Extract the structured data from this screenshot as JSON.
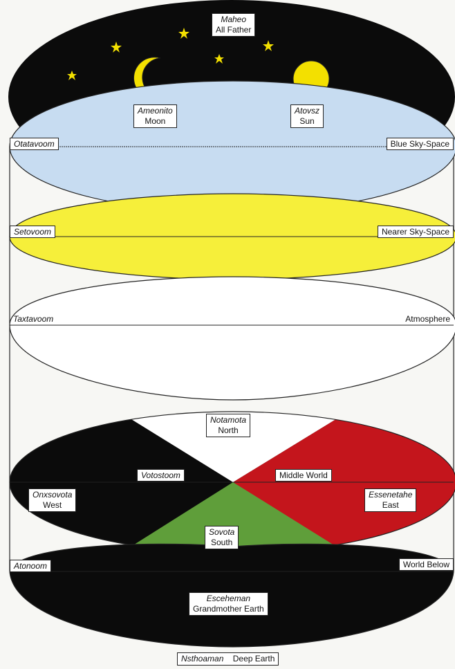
{
  "colors": {
    "sky_black": "#0b0b0b",
    "blue_sky": "#c7dcf1",
    "nearer_sky": "#f6ef3a",
    "atmosphere": "#ffffff",
    "north_east_red": "#c4151c",
    "south_green": "#5f9e3a",
    "west_black": "#0b0b0b",
    "earth_black": "#0b0b0b",
    "sun_moon": "#f3e000"
  },
  "top": {
    "maheo": "Maheo",
    "all_father": "All Father",
    "moon_name": "Ameonito",
    "moon": "Moon",
    "sun_name": "Atovsz",
    "sun": "Sun"
  },
  "layers": {
    "otatavoom": "Otatavoom",
    "blue_sky_space": "Blue Sky-Space",
    "setovoom": "Setovoom",
    "nearer_sky_space": "Nearer Sky-Space",
    "taxtavoom": "Taxtavoom",
    "atmosphere": "Atmosphere",
    "votostoom": "Votostoom",
    "middle_world": "Middle World",
    "atonoom": "Atonoom",
    "world_below": "World Below"
  },
  "directions": {
    "north_name": "Notamota",
    "north": "North",
    "west_name": "Onxsovota",
    "west": "West",
    "east_name": "Essenetahe",
    "east": "East",
    "south_name": "Sovota",
    "south": "South"
  },
  "bottom": {
    "earth_name": "Esceheman",
    "grandmother_earth": "Grandmother Earth",
    "deep_name": "Nsthoaman",
    "deep_earth": "Deep Earth"
  }
}
